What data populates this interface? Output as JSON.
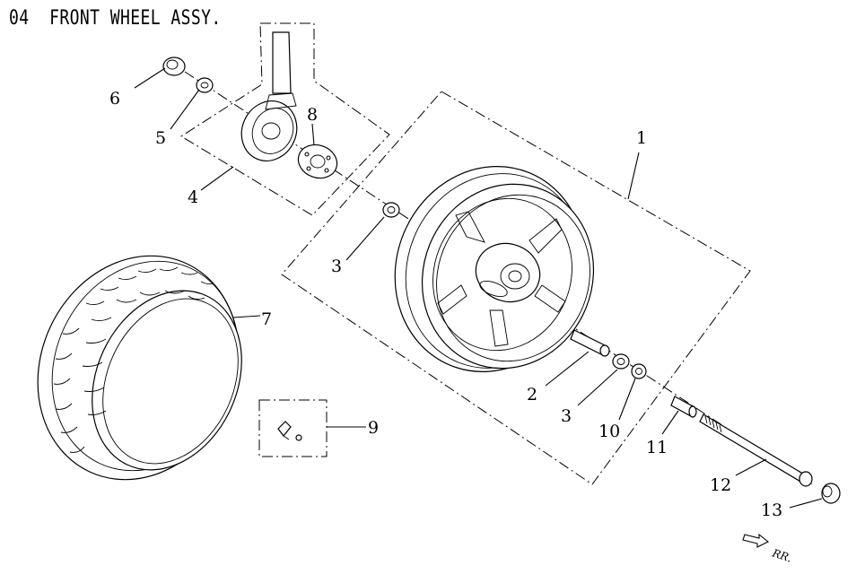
{
  "title": "04  FRONT WHEEL ASSY.",
  "direction_label": "RR.",
  "callouts": [
    {
      "id": "1",
      "text": "1"
    },
    {
      "id": "2",
      "text": "2"
    },
    {
      "id": "3a",
      "text": "3"
    },
    {
      "id": "3b",
      "text": "3"
    },
    {
      "id": "4",
      "text": "4"
    },
    {
      "id": "5",
      "text": "5"
    },
    {
      "id": "6",
      "text": "6"
    },
    {
      "id": "7",
      "text": "7"
    },
    {
      "id": "8",
      "text": "8"
    },
    {
      "id": "9",
      "text": "9"
    },
    {
      "id": "10",
      "text": "10"
    },
    {
      "id": "11",
      "text": "11"
    },
    {
      "id": "12",
      "text": "12"
    },
    {
      "id": "13",
      "text": "13"
    }
  ]
}
